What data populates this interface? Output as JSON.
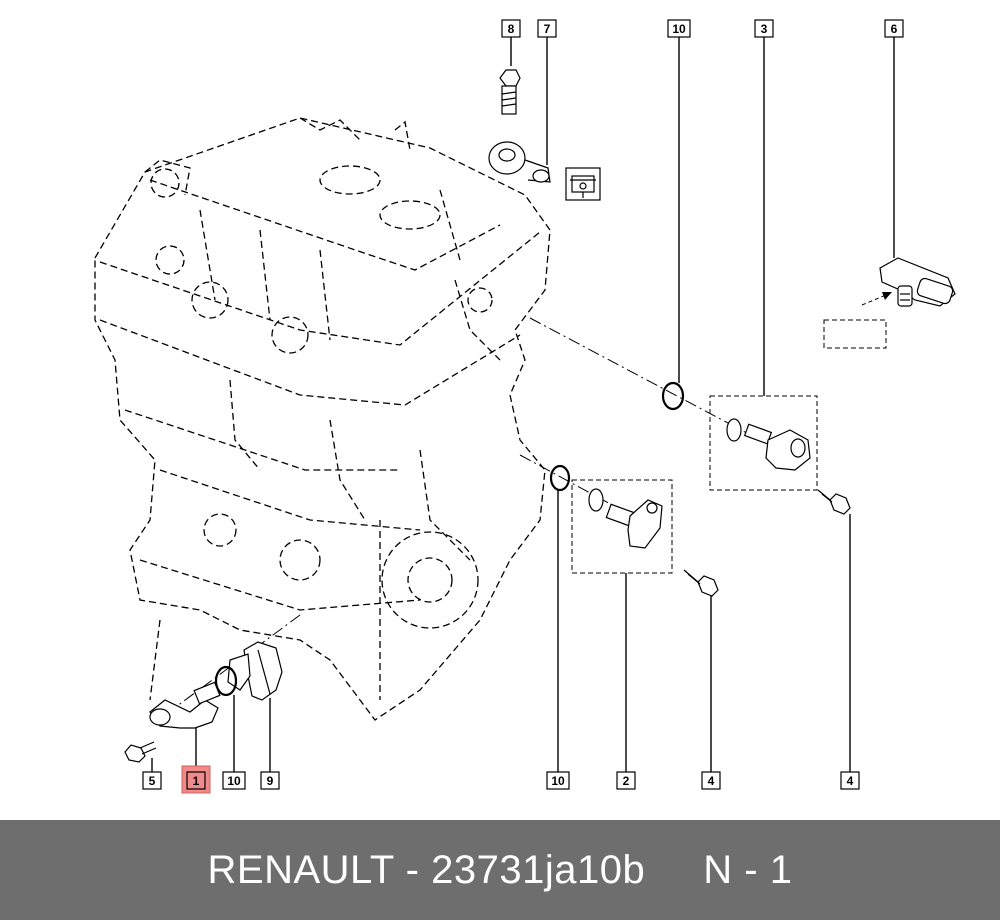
{
  "footer": {
    "brand": "RENAULT",
    "separator": " - ",
    "part_number": "23731ja10b",
    "spacer": "     ",
    "sheet": "N - 1"
  },
  "colors": {
    "highlight": "#f08a8a",
    "footer_bg": "#6e6e6e"
  },
  "callouts": {
    "c8": "8",
    "c7": "7",
    "c10_top": "10",
    "c3": "3",
    "c6": "6",
    "c5": "5",
    "c1": "1",
    "c10_a": "10",
    "c9": "9",
    "c10_b": "10",
    "c2": "2",
    "c4_a": "4",
    "c4_b": "4"
  },
  "icons": {
    "piston": "piston-icon"
  }
}
